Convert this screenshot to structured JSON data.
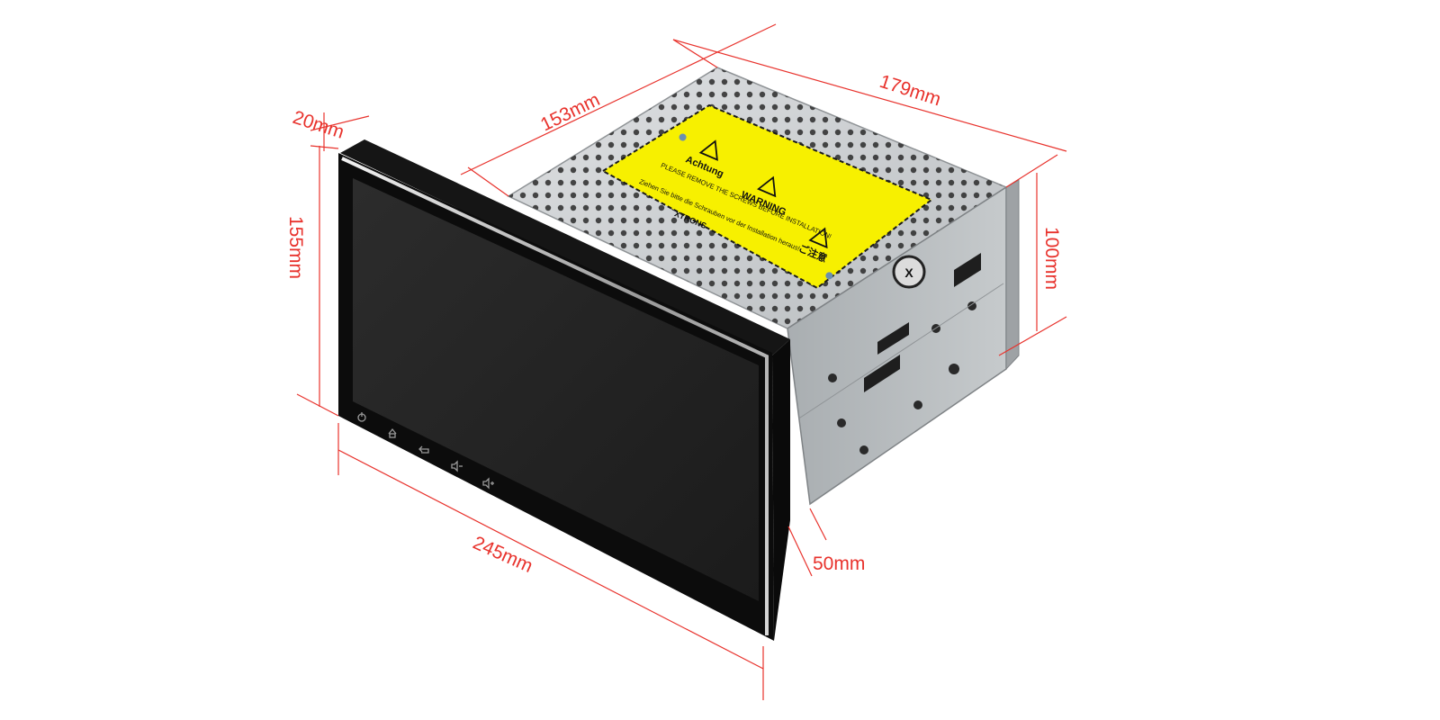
{
  "dimensions": {
    "depth_top": "153mm",
    "width_top": "179mm",
    "panel_thickness": "20mm",
    "panel_height": "155mm",
    "chassis_height": "100mm",
    "panel_width": "245mm",
    "chassis_offset": "50mm"
  },
  "sticker": {
    "heading_de": "Achtung",
    "heading_en": "WARNING",
    "heading_jp": "ご注意",
    "line_en": "PLEASE REMOVE THE SCREWS BEFORE INSTALLATION!",
    "line_de": "Ziehen Sie bitte die Schrauben vor der Installation heraus!",
    "brand": "XTRONS"
  },
  "panel_buttons": [
    "power-icon",
    "home-icon",
    "back-icon",
    "volume-down-icon",
    "volume-up-icon"
  ],
  "colors": {
    "dimension": "#e8322c",
    "sticker": "#f7f000",
    "screen": "#222222",
    "bezel": "#0c0c0c",
    "chassis": "#c9ccce"
  }
}
